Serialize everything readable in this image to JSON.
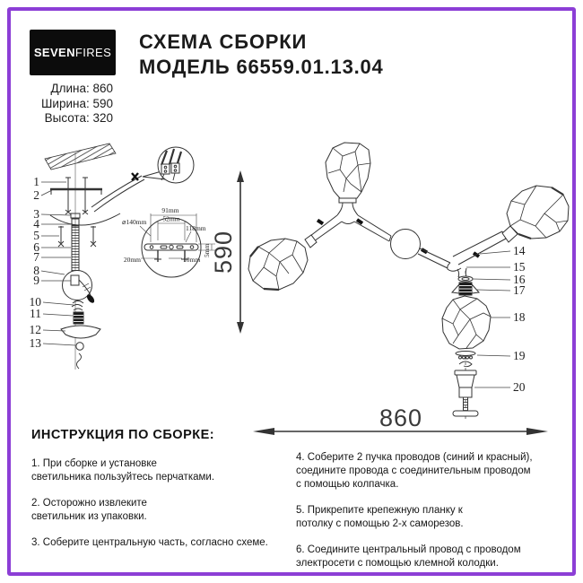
{
  "brand": {
    "bold": "SEVEN",
    "light": "FIRES"
  },
  "specs": {
    "length": "Длина: 860",
    "width": "Ширина: 590",
    "height": "Высота: 320"
  },
  "title": {
    "line1": "СХЕМА СБОРКИ",
    "line2": "МОДЕЛЬ 66559.01.13.04"
  },
  "accent_color": "#8c3ed6",
  "diagram": {
    "vertical_dim": "590",
    "horizontal_dim": "860",
    "part_labels_left": [
      "1",
      "2",
      "3",
      "4",
      "5",
      "6",
      "7",
      "8",
      "9",
      "10",
      "11",
      "12",
      "13"
    ],
    "part_labels_right": [
      "14",
      "15",
      "16",
      "17",
      "18",
      "19",
      "20"
    ],
    "plate_detail": {
      "w91": "91mm",
      "w52": "52mm",
      "dia": "⌀140mm",
      "w118": "118mm",
      "w20": "20mm",
      "w10": "10mm",
      "h5": "5mm"
    }
  },
  "instructions": {
    "heading": "ИНСТРУКЦИЯ ПО СБОРКЕ:",
    "left": [
      "1. При сборке и установке\nсветильника пользуйтесь перчатками.",
      "2. Осторожно извлеките\nсветильник из упаковки.",
      "3. Соберите центральную часть, согласно схеме."
    ],
    "right": [
      "4. Соберите 2 пучка проводов (синий и красный),\nсоедините провода с соединительным проводом\nс помощью колпачка.",
      "5. Прикрепите крепежную планку к\nпотолку с помощью 2-х саморезов.",
      "6. Соедините центральный провод с проводом\nэлектросети с помощью клемной колодки."
    ]
  }
}
